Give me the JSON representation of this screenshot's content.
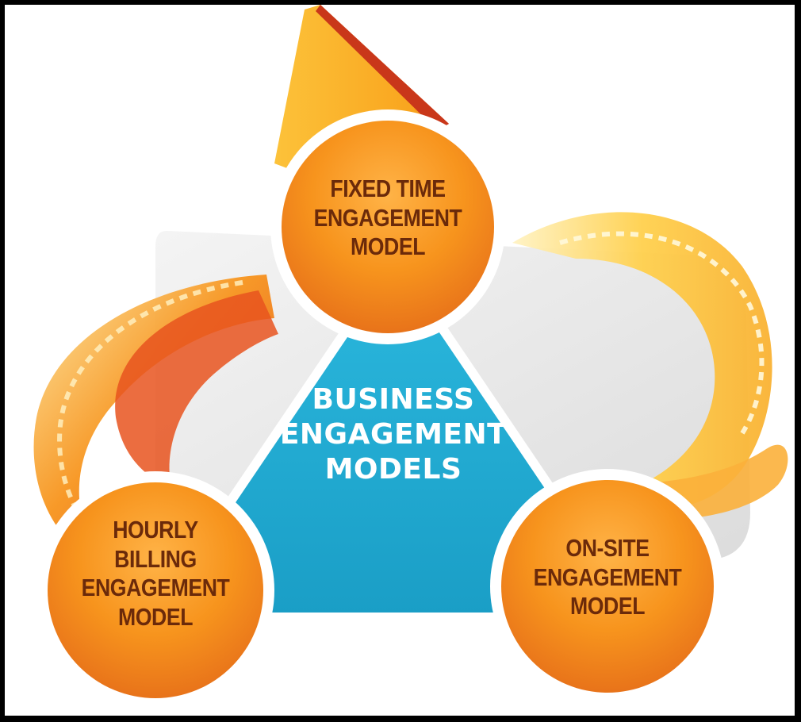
{
  "diagram": {
    "center": {
      "lines": [
        "BUSINESS",
        "ENGAGEMENT",
        "MODELS"
      ]
    },
    "nodes": {
      "top": {
        "lines": [
          "FIXED TIME",
          "ENGAGEMENT",
          "MODEL"
        ]
      },
      "left": {
        "lines": [
          "HOURLY",
          "BILLING",
          "ENGAGEMENT",
          "MODEL"
        ]
      },
      "right": {
        "lines": [
          "ON-SITE",
          "ENGAGEMENT",
          "MODEL"
        ]
      }
    }
  },
  "colors": {
    "triangle": "#1ea8cf",
    "circle_fill": "#f7941d",
    "circle_ring": "#ffffff",
    "circle_text": "#6b2a0a",
    "swirl_orange": "#f15a24",
    "swirl_yellow": "#fbb03b"
  }
}
